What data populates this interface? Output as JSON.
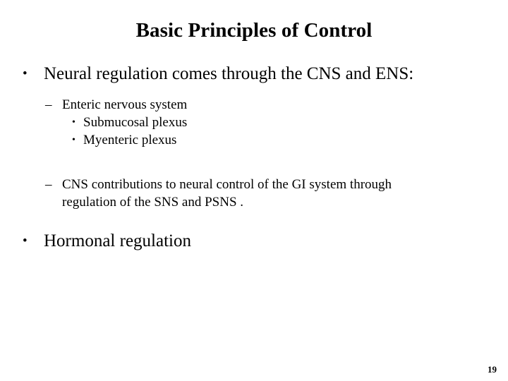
{
  "slide": {
    "title": "Basic Principles of Control",
    "page_number": "19",
    "background_color": "#ffffff",
    "text_color": "#000000",
    "bullets": {
      "level1_glyph": "•",
      "level2_glyph": "–",
      "level3_glyph": "•"
    },
    "content": [
      {
        "level": 1,
        "text": "Neural regulation comes through the CNS and ENS:"
      },
      {
        "level": 2,
        "text": "Enteric nervous system"
      },
      {
        "level": 3,
        "text": "Submucosal plexus"
      },
      {
        "level": 3,
        "text": "Myenteric plexus"
      },
      {
        "level": 2,
        "text": "CNS contributions to neural control of the GI system through regulation of the SNS and PSNS ."
      },
      {
        "level": 1,
        "text": "Hormonal regulation"
      }
    ]
  }
}
